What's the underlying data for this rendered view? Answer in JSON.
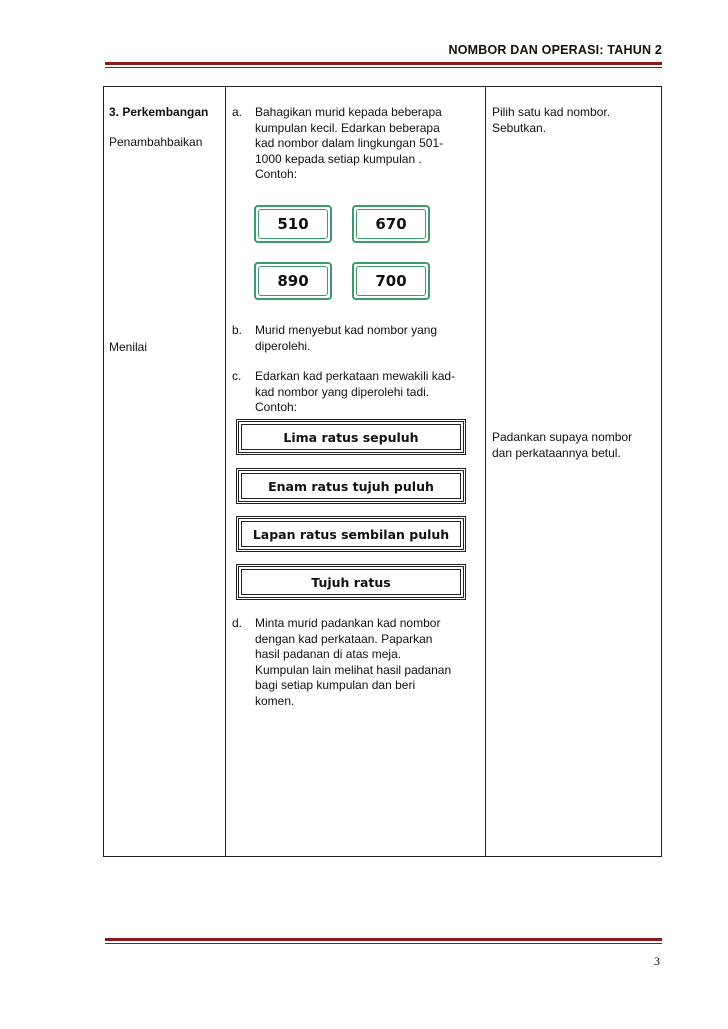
{
  "header": {
    "title": "NOMBOR DAN OPERASI: TAHUN 2"
  },
  "left_col": {
    "stage": "3. Perkembangan",
    "sub1": "Penambahbaikan",
    "sub2": "Menilai"
  },
  "activities": {
    "a": {
      "mark": "a.",
      "lines": [
        "Bahagikan murid kepada beberapa",
        "kumpulan kecil. Edarkan beberapa",
        "kad nombor  dalam lingkungan  501-",
        "1000 kepada setiap kumpulan .",
        "Contoh:"
      ]
    },
    "b": {
      "mark": "b.",
      "lines": [
        "Murid menyebut kad nombor yang",
        "diperolehi."
      ]
    },
    "c": {
      "mark": "c.",
      "lines": [
        "Edarkan kad perkataan mewakili kad-",
        "kad nombor yang diperolehi tadi.",
        "Contoh:"
      ]
    },
    "d": {
      "mark": "d.",
      "lines": [
        "Minta murid padankan kad nombor",
        "dengan kad perkataan. Paparkan",
        "hasil padanan di atas meja.",
        "Kumpulan lain melihat hasil padanan",
        "bagi setiap kumpulan dan beri",
        "komen."
      ]
    }
  },
  "number_cards": [
    "510",
    "670",
    "890",
    "700"
  ],
  "word_cards": [
    "Lima ratus sepuluh",
    "Enam ratus tujuh puluh",
    "Lapan ratus sembilan puluh",
    "Tujuh ratus"
  ],
  "notes": {
    "n1": [
      "Pilih satu kad nombor.",
      "Sebutkan."
    ],
    "n2": [
      "Padankan supaya nombor",
      "dan perkataannya betul."
    ]
  },
  "footer": {
    "page_number": "3"
  },
  "colors": {
    "rule": "#8b1a1a",
    "card_green": "#3e9a6b"
  }
}
